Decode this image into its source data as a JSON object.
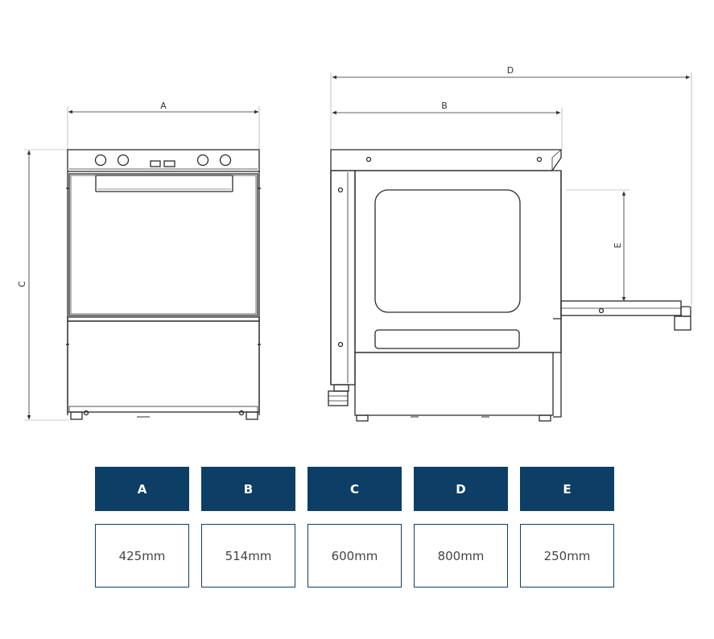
{
  "drawing": {
    "labels": {
      "front_width": "A",
      "side_depth": "B",
      "height": "C",
      "depth_open": "D",
      "door_height": "E"
    }
  },
  "dimensions": [
    {
      "letter": "A",
      "value": "425mm"
    },
    {
      "letter": "B",
      "value": "514mm"
    },
    {
      "letter": "C",
      "value": "600mm"
    },
    {
      "letter": "D",
      "value": "800mm"
    },
    {
      "letter": "E",
      "value": "250mm"
    }
  ],
  "colors": {
    "header_fill": "#0d3f66",
    "line": "#2b2b2b"
  }
}
